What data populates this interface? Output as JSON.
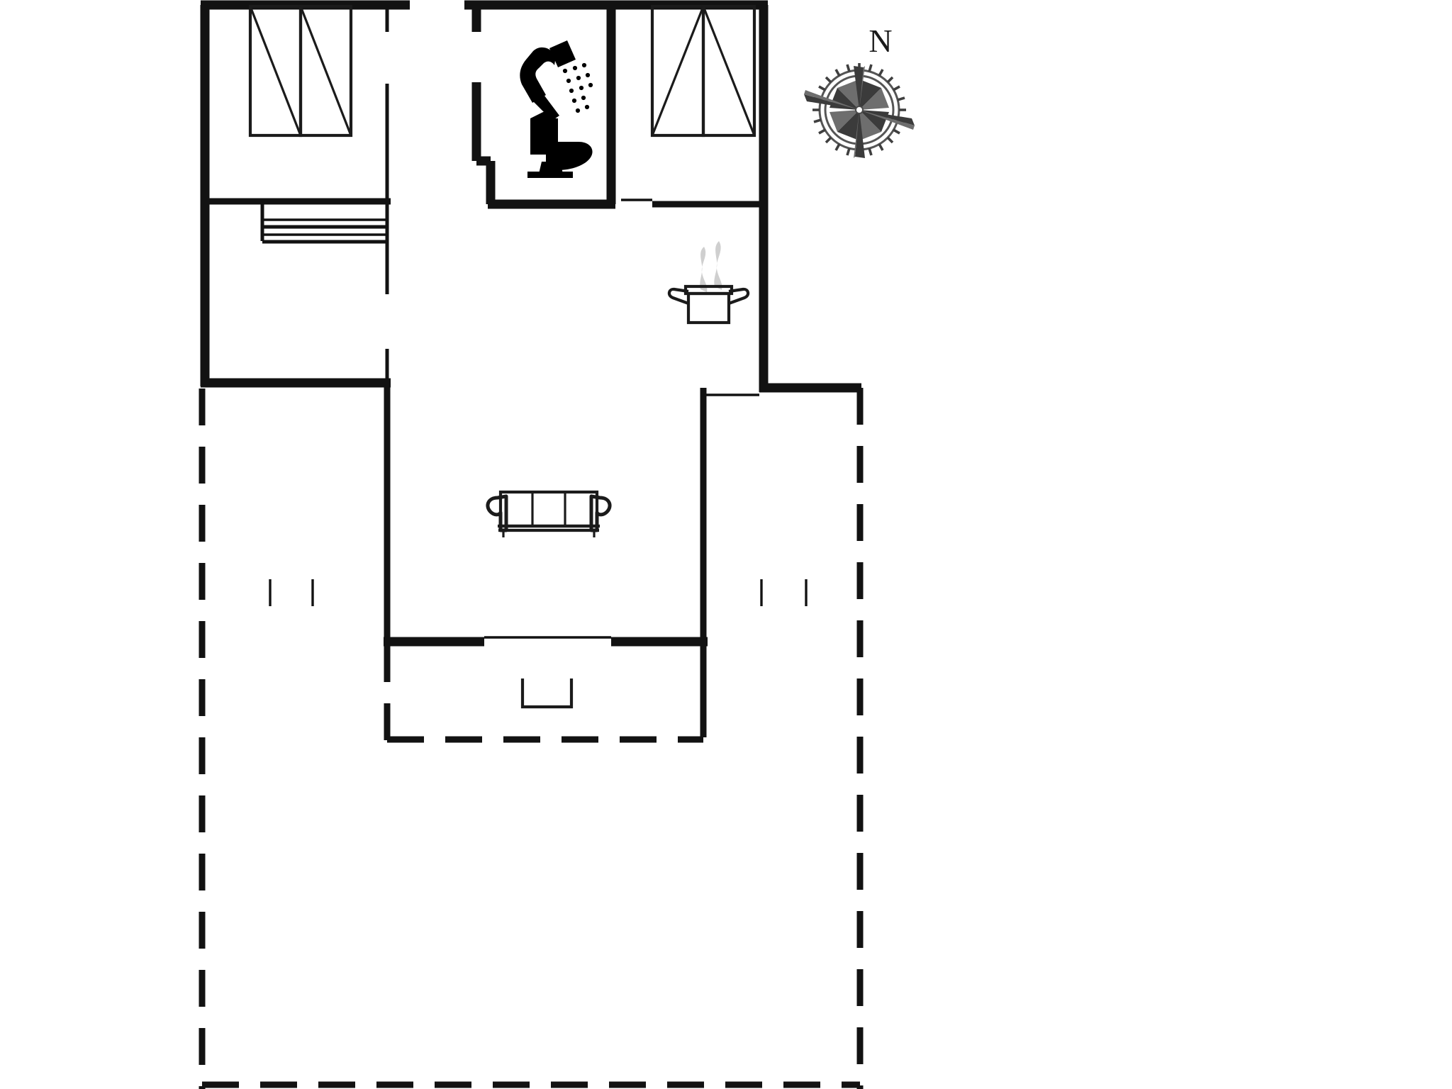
{
  "document": {
    "type": "floor-plan",
    "title": "Holiday house floor plan",
    "background_color": "#ffffff",
    "line_color": "#121212",
    "furniture_color": "#000000",
    "steam_color": "#cfcfcf"
  },
  "compass": {
    "name": "compass-rose",
    "north_label": "N",
    "label_color": "#1a1a1a"
  },
  "rooms": [
    {
      "id": "bedroom-left",
      "name": "Bedroom (left, top)",
      "furniture": [
        "bed",
        "bed"
      ]
    },
    {
      "id": "hall-left",
      "name": "Hall / utility (left, middle)",
      "furniture": [
        "counter"
      ]
    },
    {
      "id": "bathroom",
      "name": "Bathroom (top centre)",
      "furniture": [
        "shower",
        "toilet"
      ]
    },
    {
      "id": "bedroom-right",
      "name": "Bedroom (right, top)",
      "furniture": [
        "bed",
        "bed"
      ]
    },
    {
      "id": "living-kitchen",
      "name": "Living room / kitchen (centre)",
      "furniture": [
        "cooking-pot",
        "sofa"
      ]
    },
    {
      "id": "terrace",
      "name": "Terrace (dashed outline)",
      "furniture": []
    }
  ],
  "furniture_labels": {
    "bed": "bed",
    "counter": "kitchen-counter",
    "shower": "shower",
    "toilet": "toilet",
    "cooking_pot": "cooking-pot",
    "sofa": "sofa",
    "step": "entry-step"
  },
  "icons": {
    "shower": "shower-icon",
    "toilet": "toilet-icon",
    "pot": "cooking-pot-icon",
    "sofa": "sofa-icon",
    "bed": "bed-icon",
    "compass": "compass-rose-icon"
  }
}
